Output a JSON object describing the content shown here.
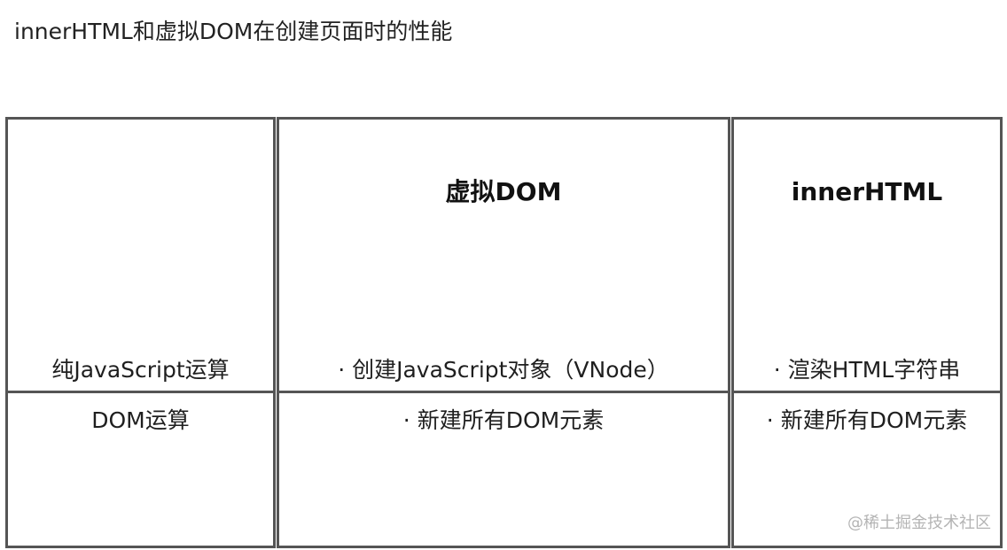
{
  "title": "innerHTML和虚拟DOM在创建页面时的性能",
  "table": {
    "header": {
      "col1": "",
      "col2": "虚拟DOM",
      "col3": "innerHTML"
    },
    "rows": [
      {
        "label": "纯JavaScript运算",
        "vdom": "· 创建JavaScript对象（VNode）",
        "innerhtml": "· 渲染HTML字符串"
      },
      {
        "label": "DOM运算",
        "vdom": "· 新建所有DOM元素",
        "innerhtml": "· 新建所有DOM元素"
      }
    ]
  },
  "watermark": "@稀土掘金技术社区"
}
